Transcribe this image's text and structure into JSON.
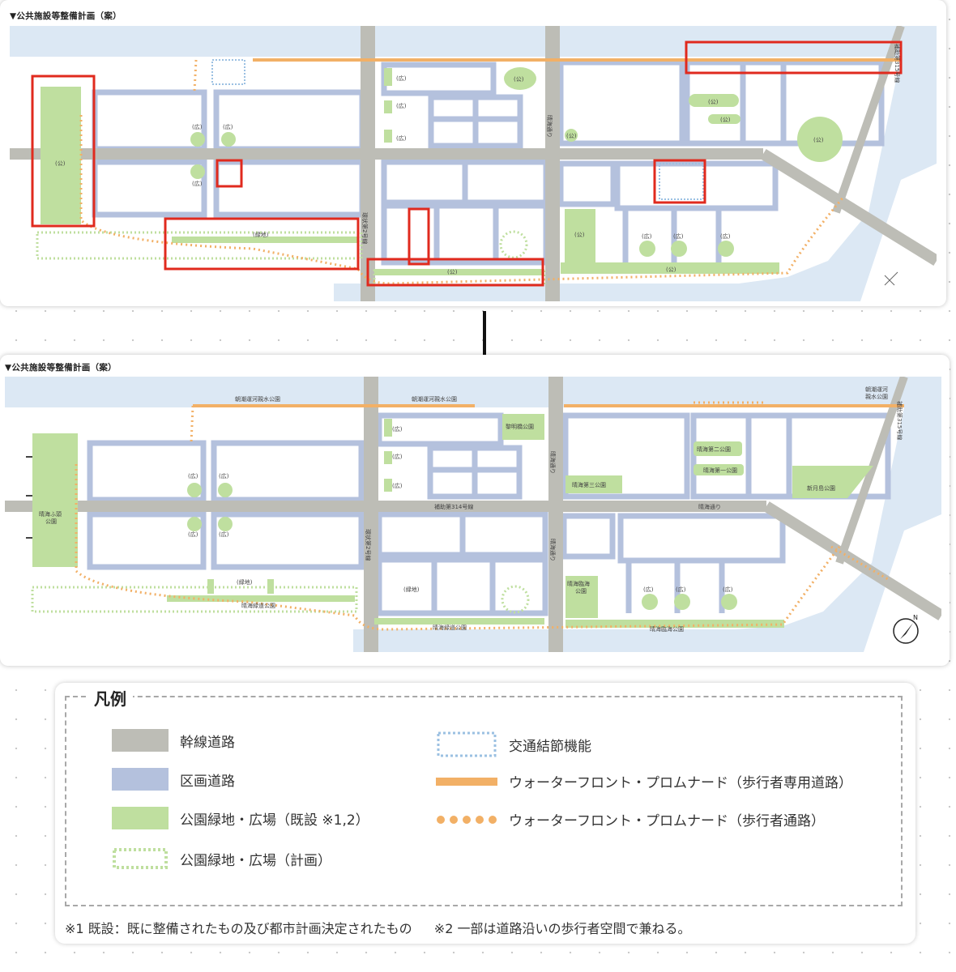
{
  "colors": {
    "water": "#dce8f4",
    "land": "#ffffff",
    "arterial_road": "#bdbdb6",
    "block_road": "#b4c1dd",
    "park_existing": "#bfdf9f",
    "promenade": "#f2b066",
    "highlight": "#e02a1e",
    "transit_node": "#9bc0e2"
  },
  "top_panel": {
    "title": "▼公共施設等整備計画（案）",
    "labels": {
      "park": "(公)",
      "plaza": "(広)",
      "greenery": "(緑地)",
      "road_harumi": "晴海通り",
      "road_kanjo": "環状第2号線",
      "road_hojo": "補助第315号線"
    }
  },
  "bottom_panel": {
    "title": "▼公共施設等整備計画（案）",
    "labels": {
      "asashio_1": "朝潮運河親水公園",
      "asashio_2": "朝潮運河親水公園",
      "asashio_3": "朝潮運河\n親水公園",
      "reimei": "黎明橋公園",
      "harumi_futo": "晴海ふ頭\n公園",
      "hojo314": "補助第314号線",
      "harumi_dori_1": "晴海通り",
      "harumi_dori_2": "晴海通り",
      "kanjo2": "環状第2号線",
      "harumi_dai3": "晴海第三公園",
      "harumi_dai2": "晴海第二公園",
      "harumi_dai1": "晴海第一公園",
      "shingetsu": "新月島公園",
      "harumi_rinkai": "晴海臨海\n公園",
      "harumi_ryokudo_1": "晴海緑道公園",
      "harumi_ryokudo_2": "晴海緑道公園",
      "harumi_rinkai_2": "晴海臨海公園",
      "tsukishima": "晴海通り",
      "hojo315": "補助第315号線",
      "plaza": "(広)",
      "greenery": "(緑地)",
      "north": "N"
    }
  },
  "legend": {
    "title": "凡例",
    "items": [
      {
        "key": "arterial",
        "label": "幹線道路"
      },
      {
        "key": "block_road",
        "label": "区画道路"
      },
      {
        "key": "park_existing",
        "label": "公園緑地・広場（既設 ※1,2）"
      },
      {
        "key": "park_planned",
        "label": "公園緑地・広場（計画）"
      },
      {
        "key": "transit",
        "label": "交通結節機能"
      },
      {
        "key": "promenade_exclusive",
        "label": "ウォーターフロント・プロムナード（歩行者専用道路）"
      },
      {
        "key": "promenade_path",
        "label": "ウォーターフロント・プロムナード（歩行者通路）"
      }
    ],
    "notes": [
      "※1 既設：既に整備されたもの及び都市計画決定されたもの",
      "※2 一部は道路沿いの歩行者空間で兼ねる。"
    ]
  }
}
